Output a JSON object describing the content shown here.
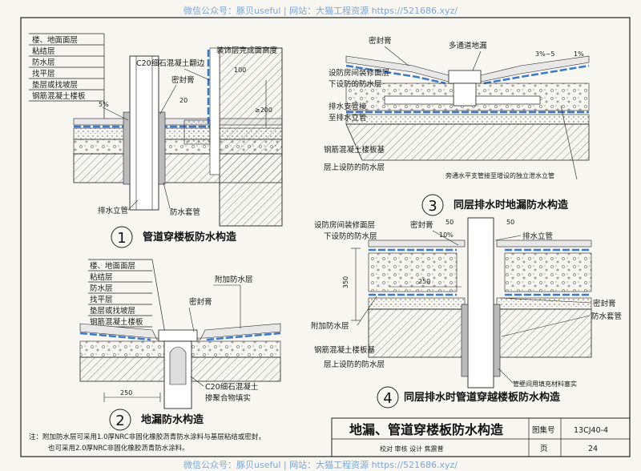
{
  "watermark": {
    "top": "微信公众号：豚贝useful  |  网站：大猫工程资源 https://521686.xyz/",
    "bottom": "微信公众号：豚贝useful  |  网站：大猫工程资源 https://521686.xyz/"
  },
  "fig1": {
    "number": "1",
    "title": "管道穿楼板防水构造",
    "layers": [
      "楼、地面面层",
      "粘结层",
      "防水层",
      "找平层",
      "垫层或找坡层",
      "钢筋混凝土楼板"
    ],
    "labels": {
      "c20_edge": "C20细石混凝土翻边",
      "finish_height": "装饰层完成面高度",
      "sealant": "密封膏",
      "slope": "5%",
      "dim_20": "20",
      "dim_100": "100",
      "dim_200": "≥200",
      "drain_pipe": "排水立管",
      "sleeve": "防水套管"
    }
  },
  "fig2": {
    "number": "2",
    "title": "地漏防水构造",
    "layers": [
      "楼、地面面层",
      "粘结层",
      "防水层",
      "找平层",
      "垫层或找坡层",
      "钢筋混凝土楼板"
    ],
    "labels": {
      "extra_layer": "附加防水层",
      "sealant": "密封膏",
      "dim_250": "250",
      "c20_fill": "C20细石混凝土",
      "polymer": "掺聚合物填实"
    }
  },
  "fig3": {
    "number": "3",
    "title": "同层排水时地漏防水构造",
    "labels": {
      "sealant": "密封膏",
      "multi_drain": "多通道地漏",
      "slope_a": "3%~5",
      "slope_b": "1%",
      "room_layer_1": "设防房间装修面层",
      "room_layer_2": "下设防的防水层",
      "branch_1": "排水支管接",
      "branch_2": "至排水立管",
      "slab_1": "钢筋混凝土楼板基",
      "slab_2": "层上设防的防水层",
      "side_note": "旁通水平支管接至增设的独立泄水立管"
    }
  },
  "fig4": {
    "number": "4",
    "title": "同层排水时管道穿越楼板防水构造",
    "labels": {
      "room_layer_1": "设防房间装修面层",
      "room_layer_2": "下设防的防水层",
      "sealant_top": "密封膏",
      "dim_50a": "50",
      "dim_50b": "50",
      "slope": "10%",
      "drain_pipe": "排水立管",
      "dim_350": "350",
      "dim_250": "250",
      "extra_layer": "附加防水层",
      "sealant_right": "密封膏",
      "sleeve": "防水套管",
      "slab_1": "钢筋混凝土楼板基",
      "slab_2": "层上设防的防水层",
      "gap_fill": "管壁间用填充材料塞实"
    }
  },
  "note": {
    "line1": "注：附加防水层可采用1.0厚NRC非固化橡胶沥青防水涂料与基层粘结或密封，",
    "line2": "也可采用2.0厚NRC非固化橡胶沥青防水涂料。"
  },
  "title_block": {
    "title": "地漏、管道穿楼板防水构造",
    "atlas_label": "图集号",
    "atlas_no": "13CJ40-4",
    "page_label": "页",
    "page_no": "24",
    "sign_text": "校对 审核 设计 焦震普"
  },
  "colors": {
    "membrane": "#3a78c9",
    "line": "#1b1b1b",
    "watermark": "#7da7d9"
  }
}
